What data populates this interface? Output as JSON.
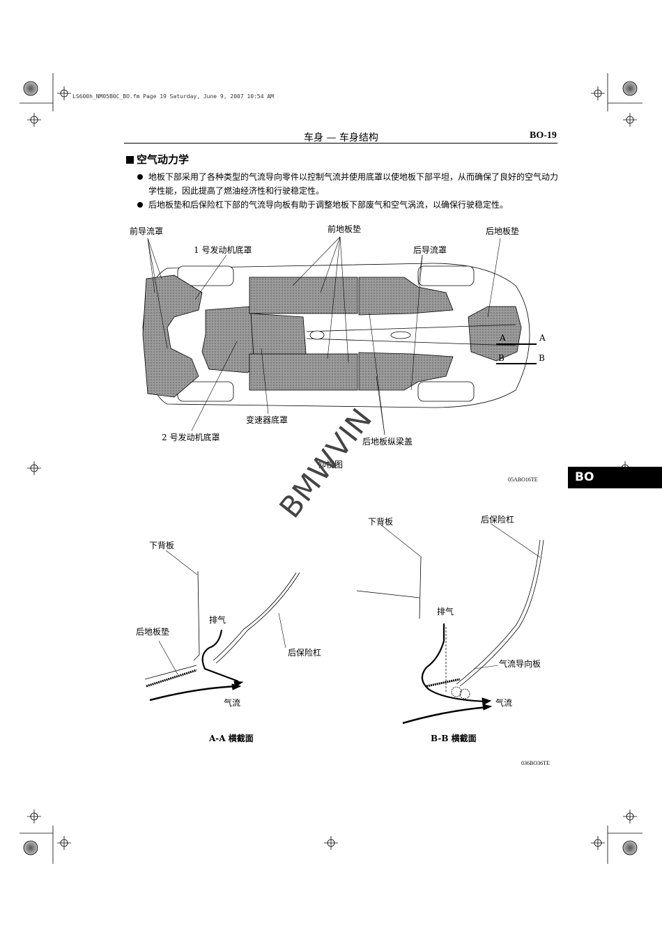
{
  "print_line": "LS600h_NM05B0C_BO.fm  Page 19  Saturday, June 9, 2007  10:54 AM",
  "header": {
    "title": "车身 — 车身结构",
    "page": "BO-19"
  },
  "section": {
    "title": "空气动力学"
  },
  "bullets": [
    "地板下部采用了各种类型的气流导向零件以控制气流并使用底罩以使地板下部平坦，从而确保了良好的空气动力学性能，因此提高了燃油经济性和行驶稳定性。",
    "后地板垫和后保险杠下部的气流导向板有助于调整地板下部废气和空气涡流，以确保行驶稳定性。"
  ],
  "diagram1": {
    "labels": {
      "front_spoiler": "前导流罩",
      "engine_cover_1": "1 号发动机底罩",
      "front_floor_mat": "前地板垫",
      "rear_spoiler": "后导流罩",
      "rear_floor_mat": "后地板垫",
      "section_a_left": "A",
      "section_a_right": "A",
      "section_b_left": "B",
      "section_b_right": "B",
      "transmission_cover": "变速器底罩",
      "engine_cover_2": "2 号发动机底罩",
      "rear_side_member_cover": "后地板纵梁盖",
      "view_caption": "仰视图"
    },
    "code": "05ABO16TE"
  },
  "tab": "BO",
  "watermark": "BMWVIN",
  "diagram2": {
    "aa": {
      "lower_back_panel": "下背板",
      "exhaust": "排气",
      "rear_floor_mat": "后地板垫",
      "rear_bumper": "后保险杠",
      "airflow": "气流",
      "caption": "A-A 横截面"
    },
    "bb": {
      "lower_back_panel": "下背板",
      "rear_bumper": "后保险杠",
      "exhaust": "排气",
      "air_guide": "气流导向板",
      "airflow": "气流",
      "caption": "B-B 横截面"
    },
    "code": "036BO36TE"
  }
}
